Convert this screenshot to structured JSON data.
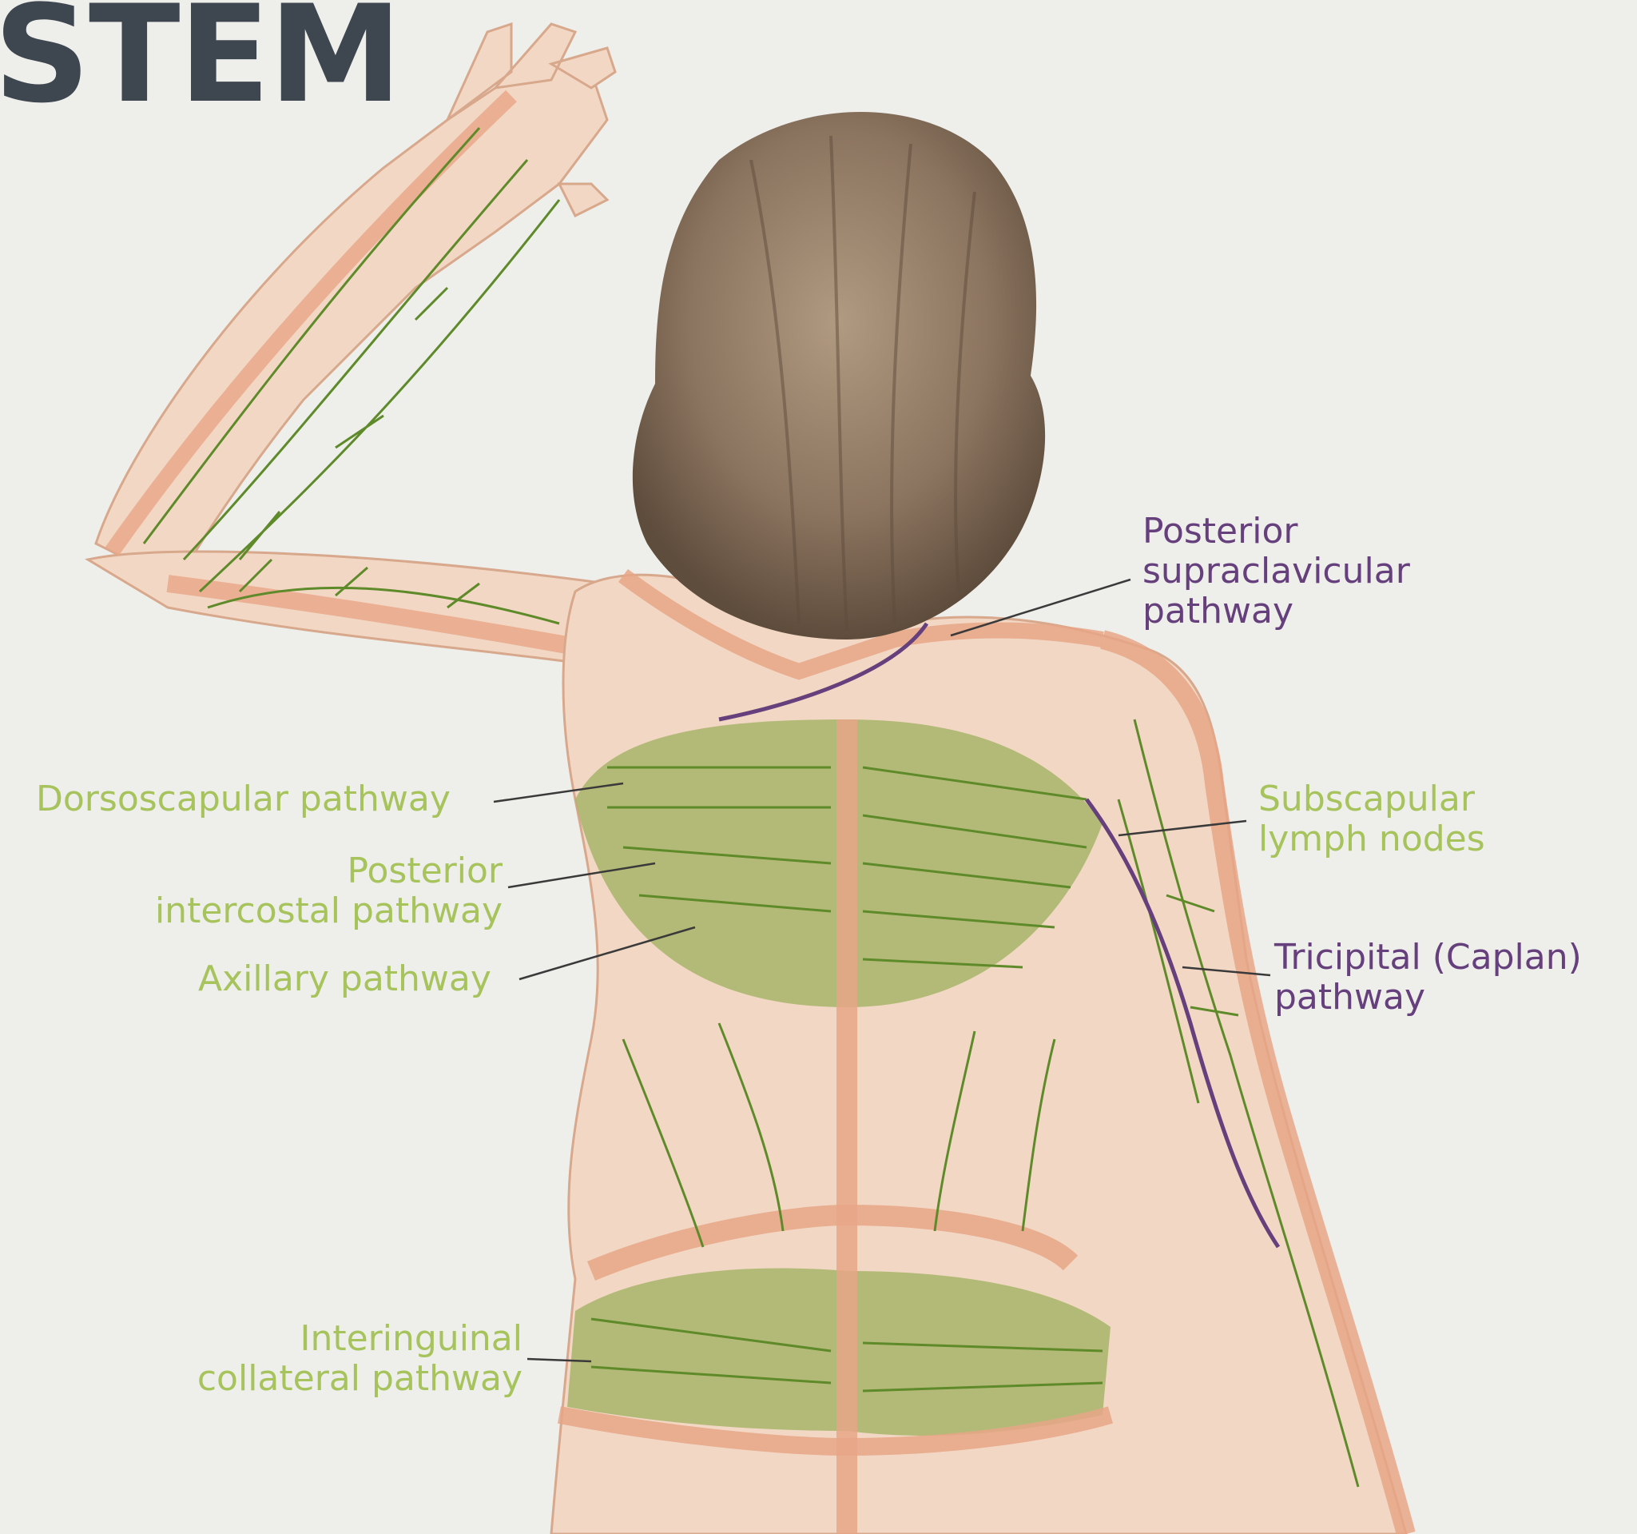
{
  "header": {
    "title": "STEM"
  },
  "labels": {
    "posterior_supraclavicular": [
      "Posterior",
      "supraclavicular",
      "pathway"
    ],
    "dorsoscapular": "Dorsoscapular pathway",
    "posterior_intercostal": [
      "Posterior",
      "intercostal pathway"
    ],
    "axillary": "Axillary pathway",
    "subscapular": [
      "Subscapular",
      "lymph nodes"
    ],
    "tricipital": [
      "Tricipital (Caplan)",
      "pathway"
    ],
    "interinguinal": [
      "Interinguinal",
      "collateral pathway"
    ]
  },
  "colors": {
    "background": "#eeeeeb",
    "skin": "#f2d8c4",
    "watershed": "#e8a687",
    "lymph": "#5e8a2a",
    "territory": "#a8b56a",
    "purple_label": "#66407c",
    "green_label": "#a6c35c",
    "hair": "#8c7560"
  }
}
